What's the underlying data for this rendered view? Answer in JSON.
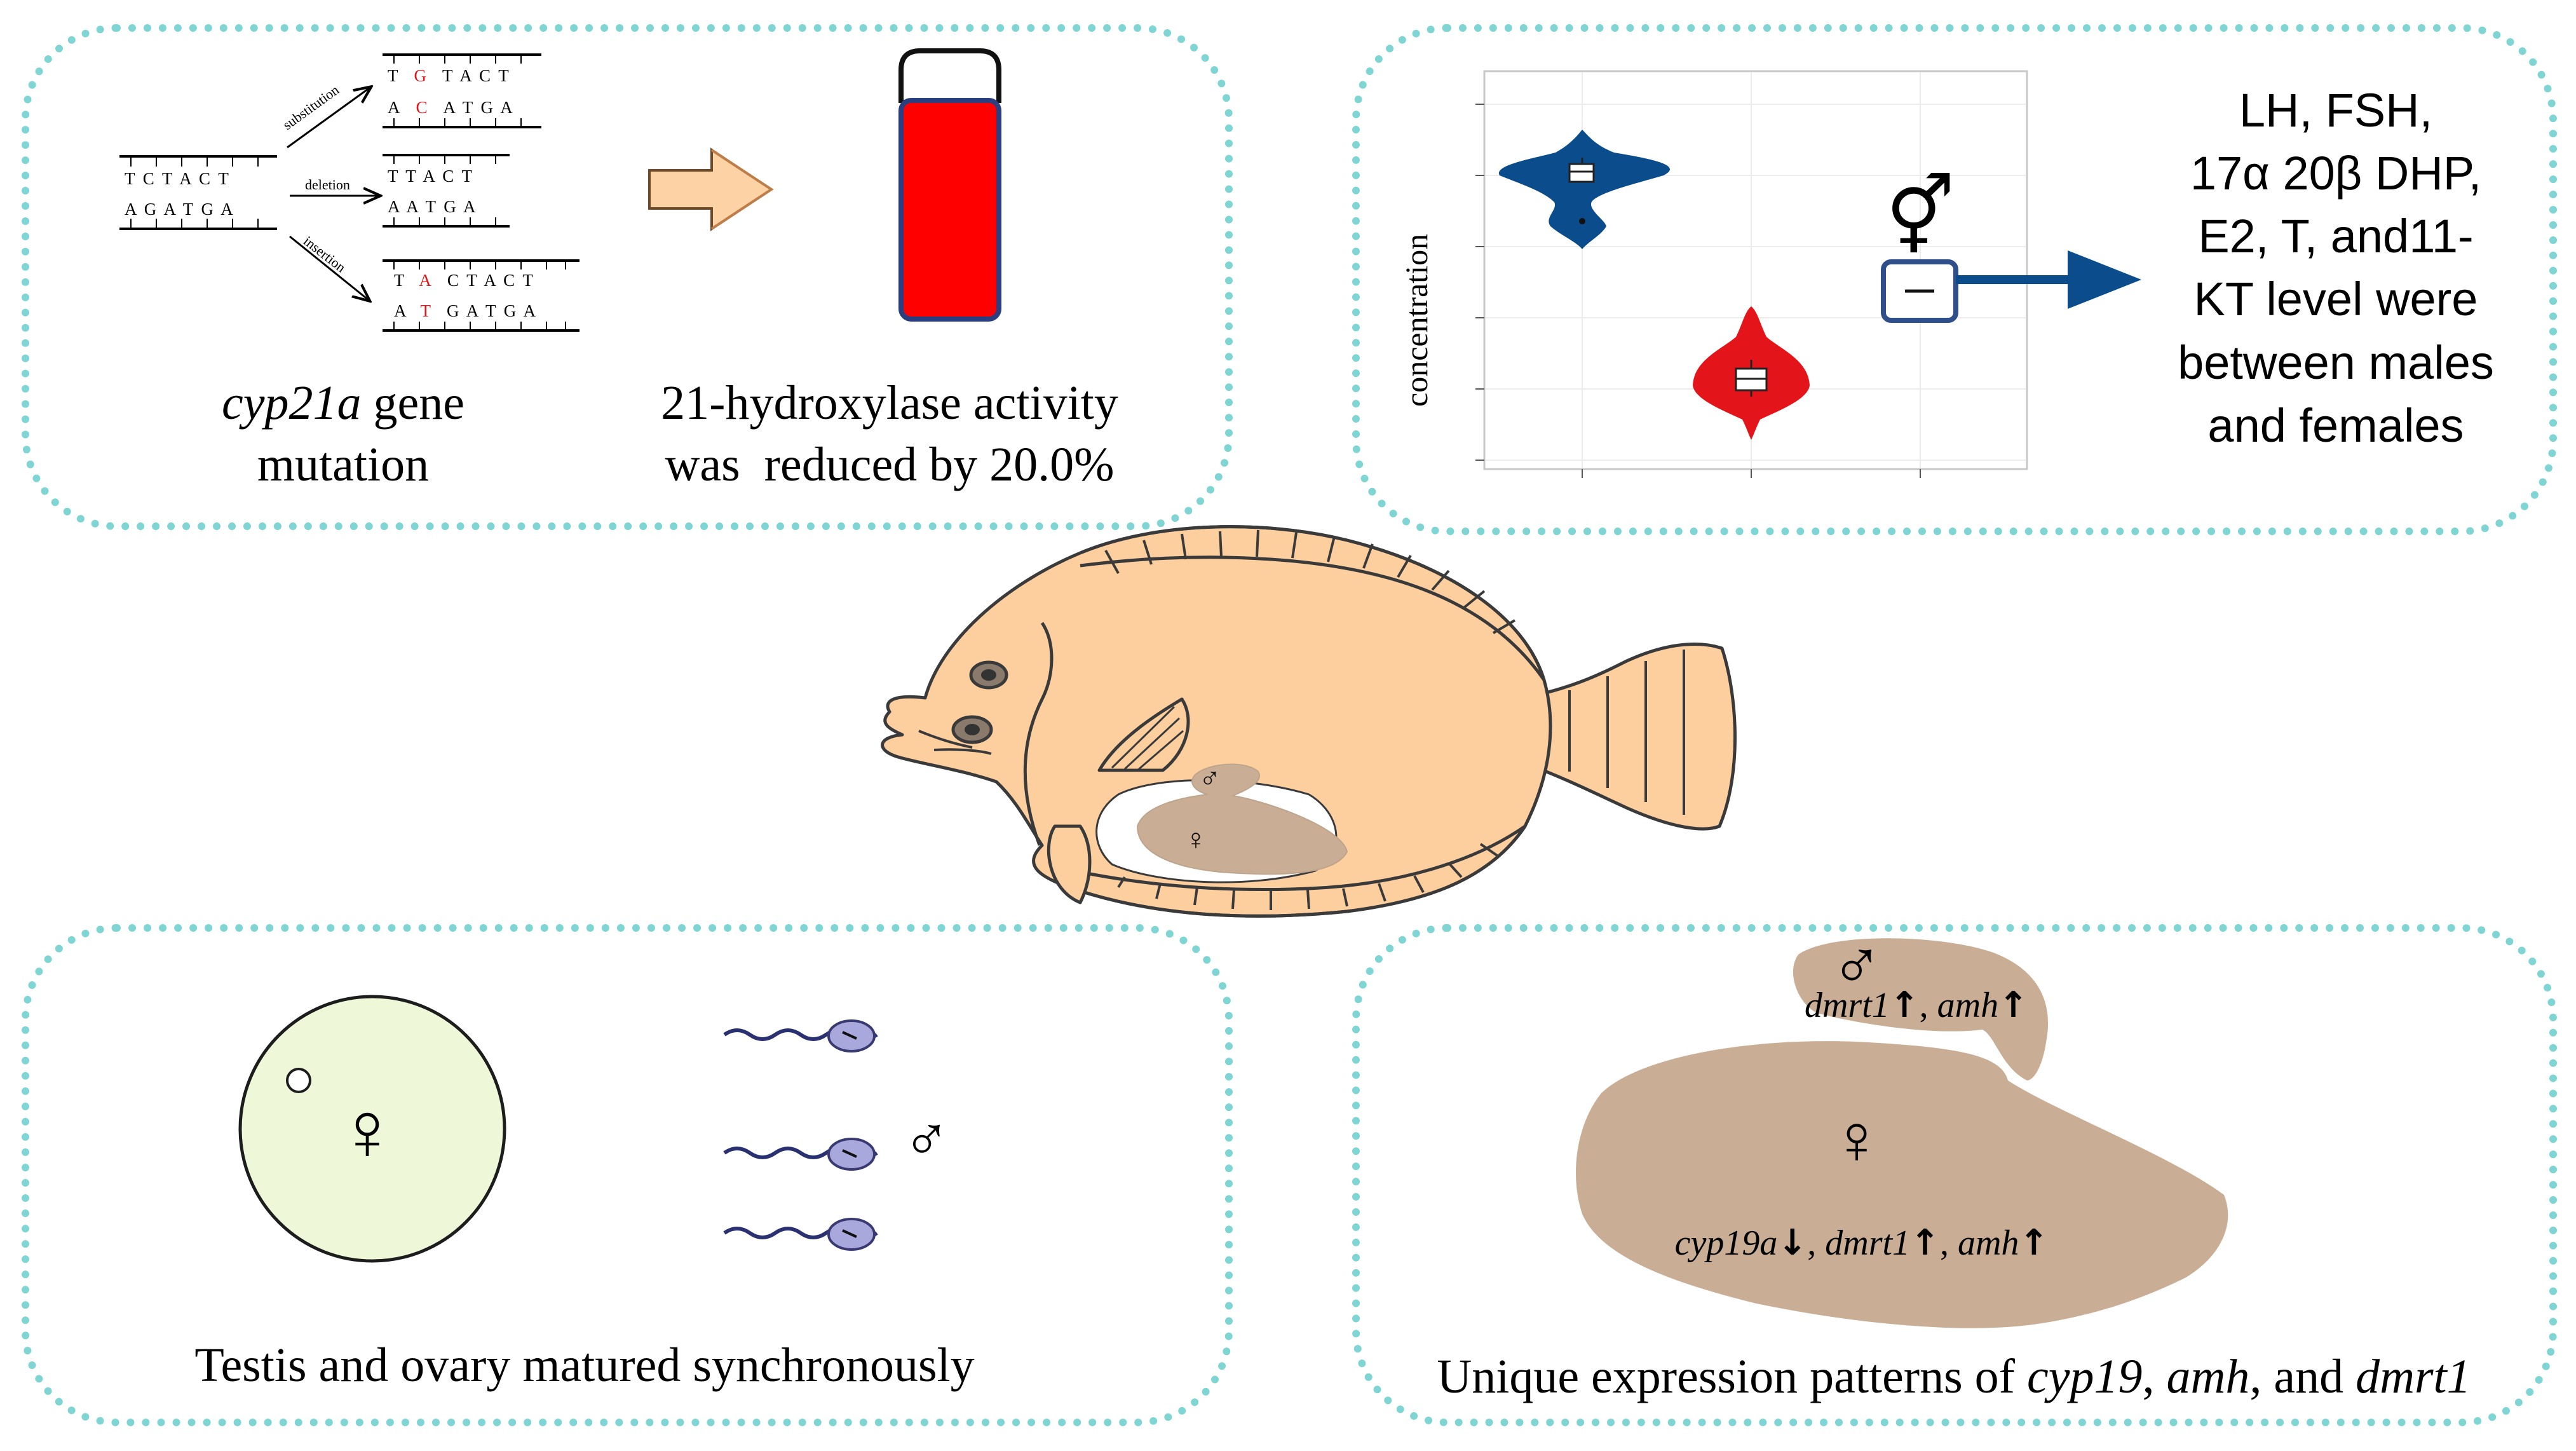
{
  "panel_mutation": {
    "label_gene": "cyp21a",
    "label_gene_suffix": " gene",
    "label_line2": "mutation",
    "wildtype_top": "T C T A C T",
    "wildtype_bottom": "A G A T G A",
    "substitution_label": "substitution",
    "deletion_label": "deletion",
    "insertion_label": "insertion",
    "sub_top": [
      "T",
      "G",
      "T A C T"
    ],
    "sub_bottom": [
      "A",
      "C",
      "A T G A"
    ],
    "del_top": "T T A C T",
    "del_bottom": "A A T G A",
    "ins_top": [
      "T",
      "A",
      "C T A C T"
    ],
    "ins_bottom": [
      "A",
      "T",
      "G A T G A"
    ],
    "mutation_color": "#e4141b"
  },
  "panel_activity": {
    "line1": "21-hydroxylase activity",
    "line2": "was  reduced by 20.0%",
    "tube_fill_color": "#ff0000"
  },
  "panel_hormone": {
    "ylabel": "concentration",
    "female_color": "#0a4c8c",
    "male_color": "#e4141b",
    "symbol_intersex": "⚥",
    "conclusion_lines": [
      "LH, FSH,",
      "17α 20β DHP,",
      "E2, T, and11-",
      "KT level were",
      "between males",
      "and females"
    ]
  },
  "fish": {
    "symbol_male": "♂",
    "symbol_female": "♀",
    "body_color": "#fdcf9e",
    "gonad_color": "#c9ad94"
  },
  "panel_maturation": {
    "symbol_female": "♀",
    "symbol_male": "♂",
    "caption": "Testis and ovary matured synchronously",
    "oocyte_color": "#eef7d8"
  },
  "panel_expression": {
    "symbol_male": "♂",
    "symbol_female": "♀",
    "testis_genes": [
      {
        "gene": "dmrt1",
        "arrow": "↑",
        "sep": ", "
      },
      {
        "gene": "amh",
        "arrow": "↑",
        "sep": ""
      }
    ],
    "ovary_genes": [
      {
        "gene": "cyp19a",
        "arrow": "↓",
        "sep": ", "
      },
      {
        "gene": "dmrt1",
        "arrow": "↑",
        "sep": ", "
      },
      {
        "gene": "amh",
        "arrow": "↑",
        "sep": ""
      }
    ],
    "caption_prefix": "Unique expression patterns of ",
    "caption_gene1": "cyp19",
    "caption_sep1": ", ",
    "caption_gene2": "amh",
    "caption_sep2": ", and ",
    "caption_gene3": "dmrt1"
  }
}
